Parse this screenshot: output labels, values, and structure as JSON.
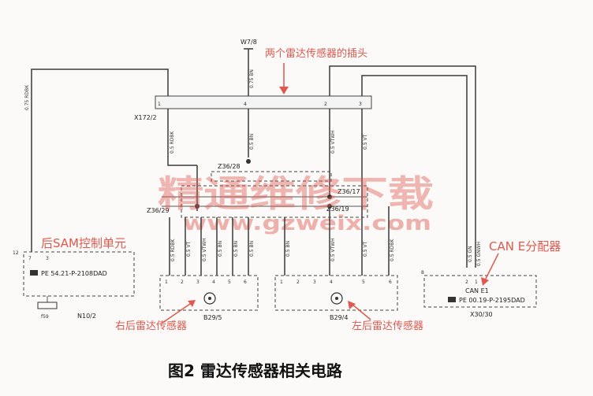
{
  "caption": "图2 雷达传感器相关电路",
  "annotations": {
    "two_sensor_plug": "两个雷达传感器的插头",
    "rear_sam": "后SAM控制单元",
    "can_e": "CAN E分配器",
    "right_rear_sensor": "右后雷达传感器",
    "left_rear_sensor": "左后雷达传感器"
  },
  "watermark": {
    "title": "精通维修下载",
    "url": "www.gzweix.com"
  },
  "connectors": {
    "w78": "W7/8",
    "x172": "X172/2",
    "z36_28": "Z36/28",
    "z36_17": "Z36/17",
    "z36_29": "Z36/29",
    "z36_19": "Z36/19"
  },
  "modules": {
    "n10": {
      "id": "N10/2",
      "pe": "PE 54.21-P-2108DAD",
      "pin_top": "12",
      "fuse": "f59"
    },
    "b29_5": {
      "id": "B29/5"
    },
    "b29_4": {
      "id": "B29/4"
    },
    "x30": {
      "id": "X30/30",
      "name": "CAN E1",
      "pe": "PE 00.19-P-2195DAD",
      "pin": "8"
    }
  },
  "wire_labels": {
    "top_bn": "0.75 BN",
    "rdbk_left": "0.75 RDBK",
    "x172_rdbk": "0.5 RDBK",
    "x172_bn": "0.5 BN",
    "x172_vtwh": "0.5 VTWH",
    "x172_vt": "0.5 VT",
    "b5_rdbk": "0.5 RDBK",
    "b5_vt": "0.5 VT",
    "b5_vtwh": "0.5 VTWH",
    "b5_bn1": "0.5 BN",
    "b5_bn2": "0.5 BN",
    "b5_bn3": "0.5 BN",
    "b4_bn": "0.5 BN",
    "b4_vtwh": "0.5 VTWH",
    "b4_vt": "0.5 VT",
    "b4_rdbk": "0.5 RDBK",
    "can_gn": "0.5 GN",
    "can_gnwh": "0.5 GNWH"
  },
  "pins": {
    "x172": [
      "1",
      "4",
      "2",
      "3"
    ],
    "b5": [
      "1",
      "2",
      "3",
      "4",
      "5",
      "6"
    ],
    "b4": [
      "1",
      "2",
      "3",
      "4",
      "5",
      "6"
    ],
    "x30": [
      "2",
      "1"
    ],
    "n10": [
      "7",
      "3"
    ]
  }
}
